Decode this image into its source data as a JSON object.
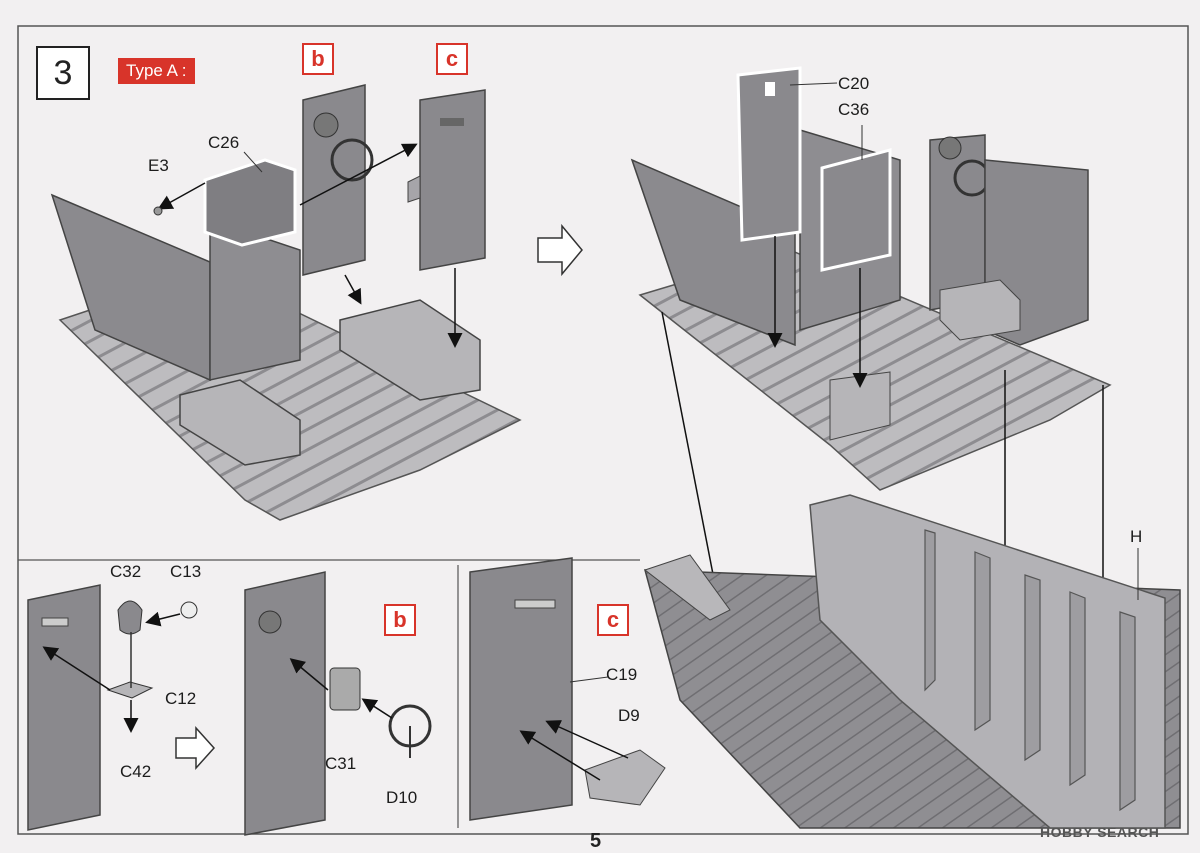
{
  "step": {
    "number": "3",
    "type_label": "Type A :"
  },
  "callouts": {
    "b": "b",
    "c": "c"
  },
  "parts": {
    "C26": "C26",
    "E3": "E3",
    "C20": "C20",
    "C36": "C36",
    "H": "H",
    "C32": "C32",
    "C13": "C13",
    "C12": "C12",
    "C42": "C42",
    "C31": "C31",
    "D10": "D10",
    "C19": "C19",
    "D9": "D9"
  },
  "page_number": "5",
  "watermark": "HOBBY SEARCH",
  "colors": {
    "accent_red": "#d8342a",
    "part_gray": "#8a8a8d",
    "part_light": "#b5b4b7",
    "background": "#f2f0f1"
  }
}
